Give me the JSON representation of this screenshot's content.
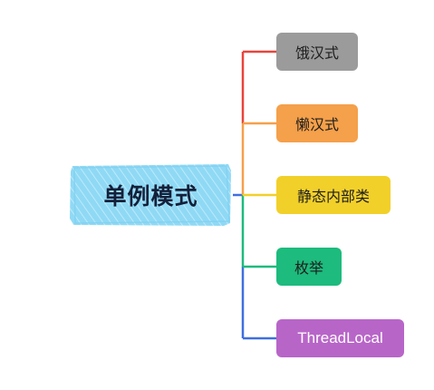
{
  "mindmap": {
    "root": {
      "label": "单例模式",
      "fill_color": "#8fd9f5"
    },
    "children": [
      {
        "label": "饿汉式",
        "color": "#9b9b9b",
        "line_color": "#e8453c"
      },
      {
        "label": "懒汉式",
        "color": "#f5a04a",
        "line_color": "#f5a04a"
      },
      {
        "label": "静态内部类",
        "color": "#f2d02a",
        "line_color": "#f2d02a"
      },
      {
        "label": "枚举",
        "color": "#1dbb7d",
        "line_color": "#1dbb7d"
      },
      {
        "label": "ThreadLocal",
        "color": "#b865c8",
        "line_color": "#3f6fe0"
      }
    ]
  }
}
